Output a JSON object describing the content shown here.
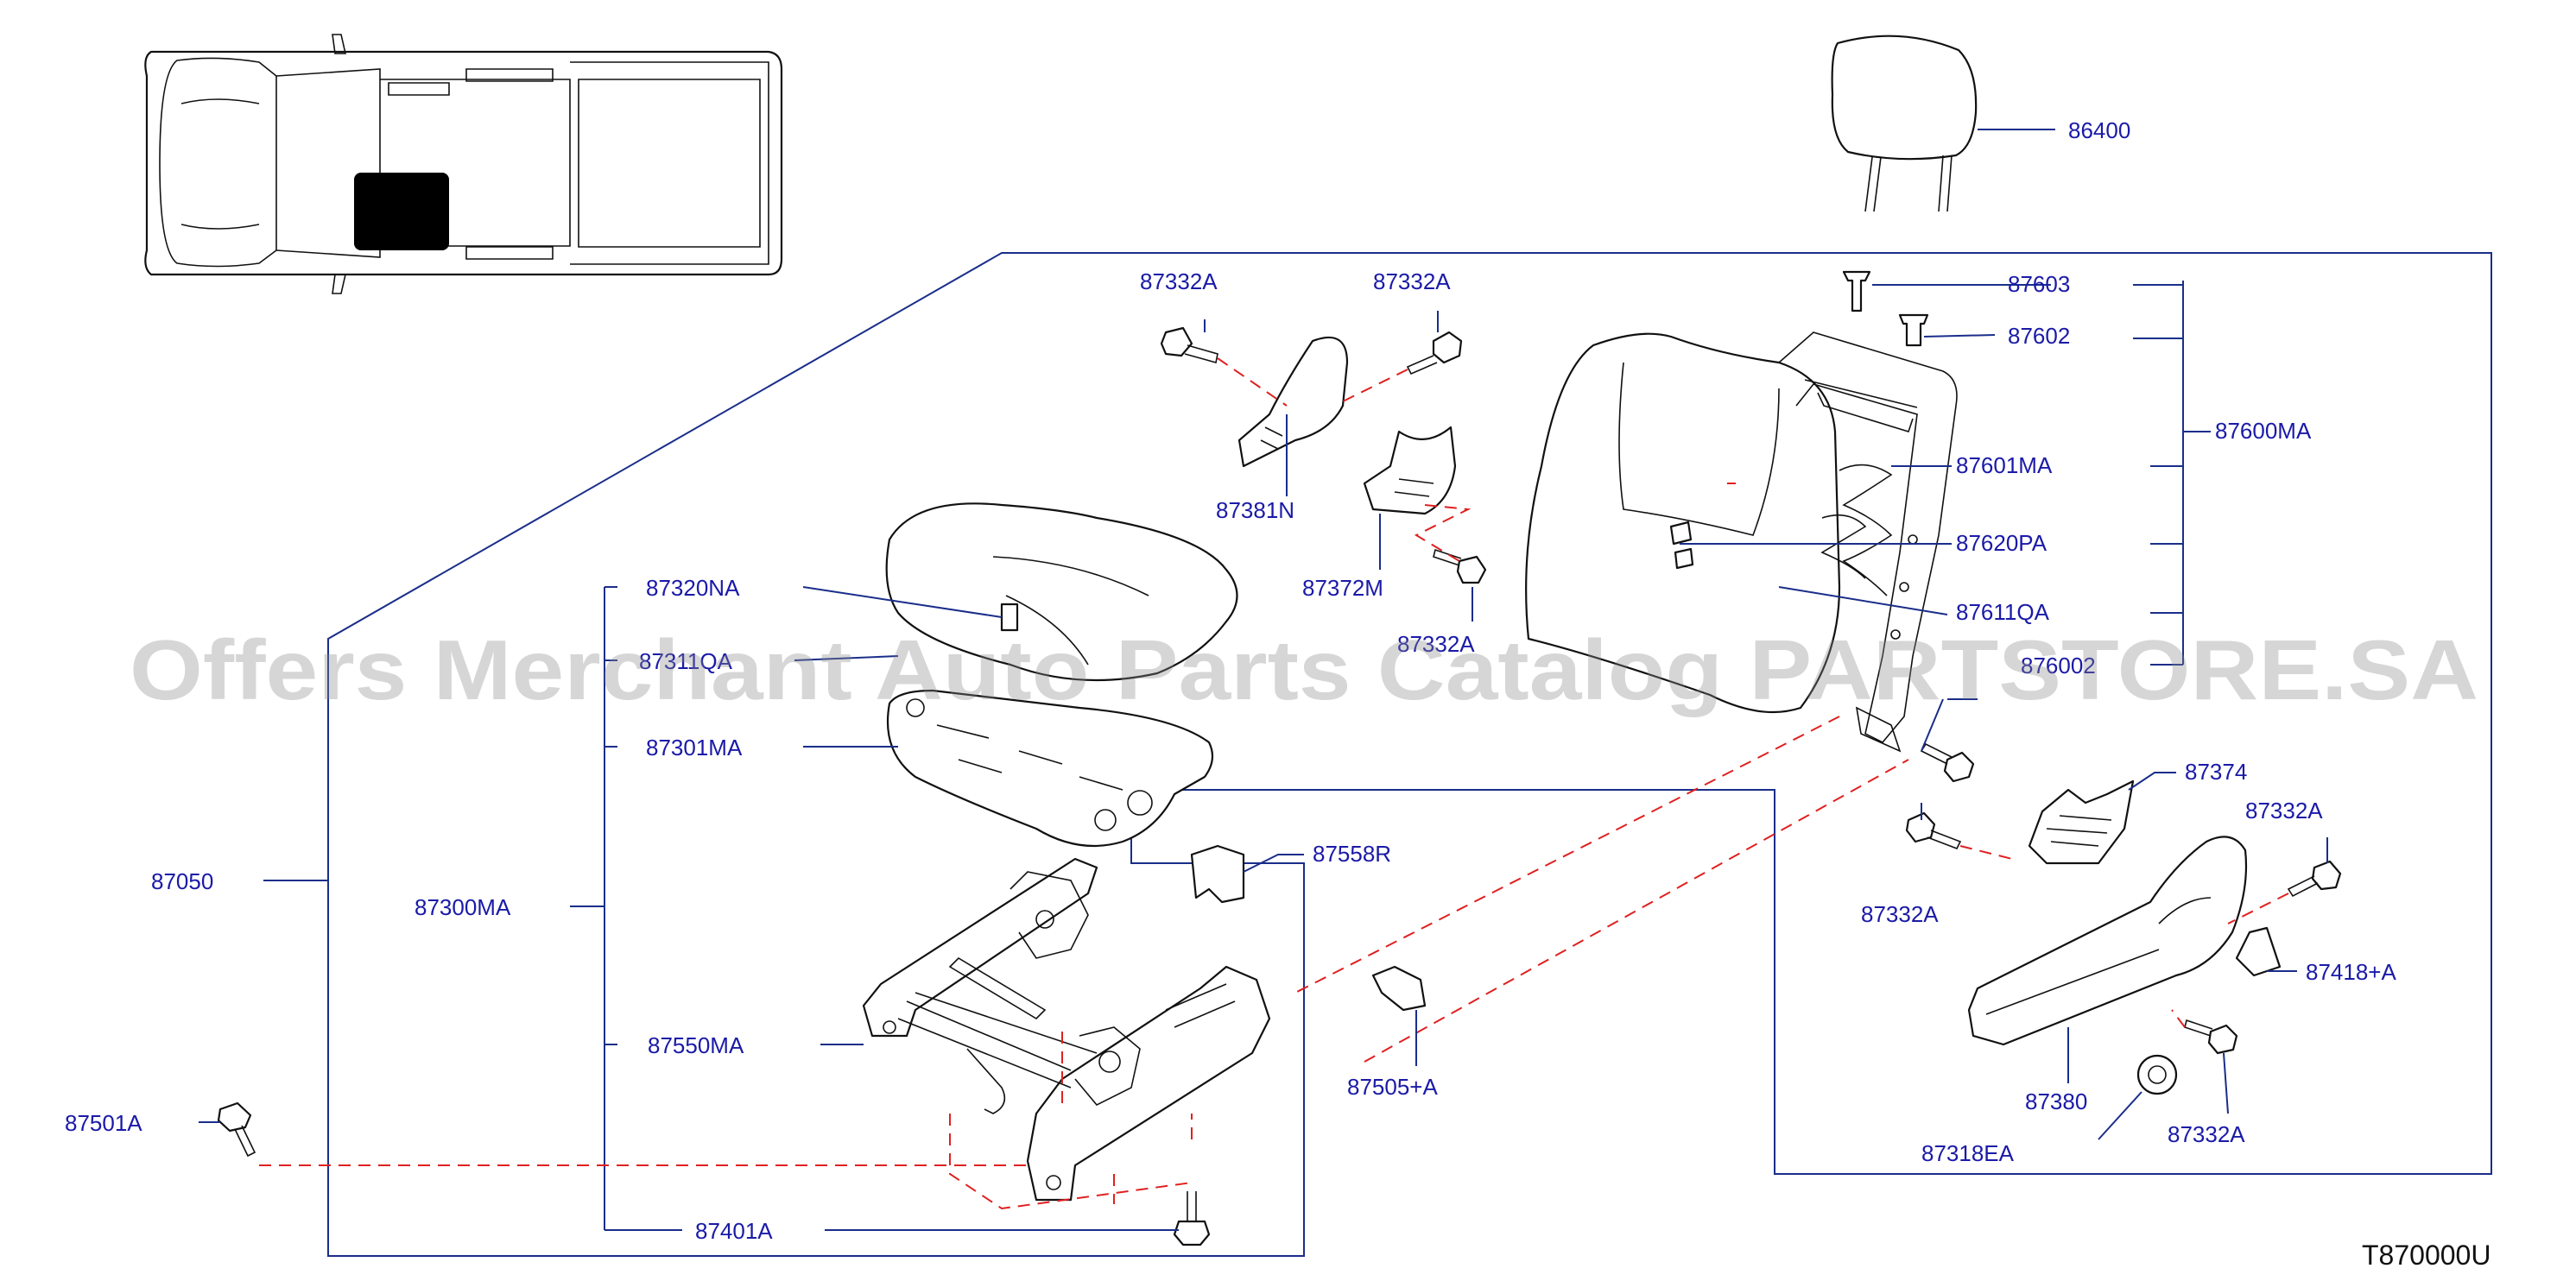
{
  "watermark": "Offers Merchant Auto Parts Catalog PARTSTORE.SA",
  "diagram_code": "T870000U",
  "labels": {
    "p86400": "86400",
    "p87603": "87603",
    "p87602": "87602",
    "p87600MA": "87600MA",
    "p87601MA": "87601MA",
    "p87620PA": "87620PA",
    "p87611QA": "87611QA",
    "p87600b": "876002",
    "p87332A_1": "87332A",
    "p87332A_2": "87332A",
    "p87332A_3": "87332A",
    "p87332A_4": "87332A",
    "p87332A_5": "87332A",
    "p87332A_6": "87332A",
    "p87381N": "87381N",
    "p87372M": "87372M",
    "p87320NA": "87320NA",
    "p87311QA": "87311QA",
    "p87301MA": "87301MA",
    "p87050": "87050",
    "p87300MA": "87300MA",
    "p87558R": "87558R",
    "p87550MA": "87550MA",
    "p87505A": "87505+A",
    "p87501A": "87501A",
    "p87401A": "87401A",
    "p87374": "87374",
    "p87418A": "87418+A",
    "p87380": "87380",
    "p87318EA": "87318EA"
  }
}
